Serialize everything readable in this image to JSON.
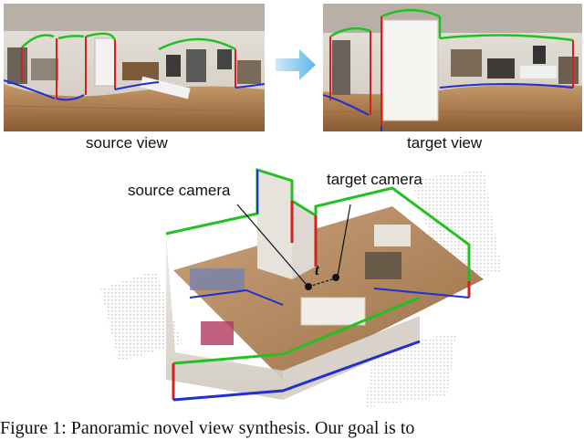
{
  "panorama_source": {
    "caption": "source view"
  },
  "panorama_target": {
    "caption": "target view"
  },
  "scene": {
    "source_camera_label": "source camera",
    "target_camera_label": "target camera",
    "translation_symbol": "t"
  },
  "figure_caption": "Figure 1: Panoramic novel view synthesis. Our goal is to",
  "colors": {
    "green_edge": "#22c122",
    "red_edge": "#d42020",
    "blue_edge": "#1f2fd4",
    "arrow": "#7fc6f0"
  }
}
